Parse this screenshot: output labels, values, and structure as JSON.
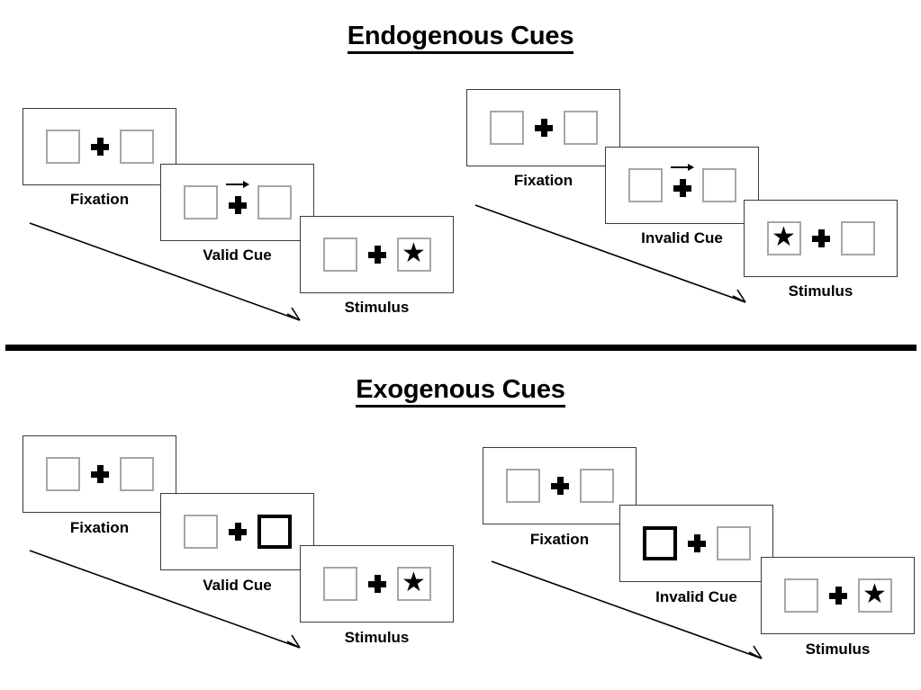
{
  "figure": {
    "background_color": "#ffffff",
    "line_color": "#3a3a3a",
    "slot_color": "#a6a6a6",
    "accent_color": "#000000"
  },
  "sections": [
    {
      "id": "endogenous",
      "title": "Endogenous Cues",
      "groups": [
        {
          "id": "endogenous-valid",
          "condition": "valid",
          "panels": [
            {
              "caption": "Fixation",
              "left_slot": {
                "cued": false,
                "content": ""
              },
              "right_slot": {
                "cued": false,
                "content": ""
              },
              "center": {
                "plus": true,
                "arrow": "none"
              }
            },
            {
              "caption": "Valid Cue",
              "left_slot": {
                "cued": false,
                "content": ""
              },
              "right_slot": {
                "cued": false,
                "content": ""
              },
              "center": {
                "plus": true,
                "arrow": "right"
              }
            },
            {
              "caption": "Stimulus",
              "left_slot": {
                "cued": false,
                "content": ""
              },
              "right_slot": {
                "cued": false,
                "content": "★"
              },
              "center": {
                "plus": true,
                "arrow": "none"
              }
            }
          ]
        },
        {
          "id": "endogenous-invalid",
          "condition": "invalid",
          "panels": [
            {
              "caption": "Fixation",
              "left_slot": {
                "cued": false,
                "content": ""
              },
              "right_slot": {
                "cued": false,
                "content": ""
              },
              "center": {
                "plus": true,
                "arrow": "none"
              }
            },
            {
              "caption": "Invalid Cue",
              "left_slot": {
                "cued": false,
                "content": ""
              },
              "right_slot": {
                "cued": false,
                "content": ""
              },
              "center": {
                "plus": true,
                "arrow": "right"
              }
            },
            {
              "caption": "Stimulus",
              "left_slot": {
                "cued": false,
                "content": "★"
              },
              "right_slot": {
                "cued": false,
                "content": ""
              },
              "center": {
                "plus": true,
                "arrow": "none"
              }
            }
          ]
        }
      ]
    },
    {
      "id": "exogenous",
      "title": "Exogenous Cues",
      "groups": [
        {
          "id": "exogenous-valid",
          "condition": "valid",
          "panels": [
            {
              "caption": "Fixation",
              "left_slot": {
                "cued": false,
                "content": ""
              },
              "right_slot": {
                "cued": false,
                "content": ""
              },
              "center": {
                "plus": true,
                "arrow": "none"
              }
            },
            {
              "caption": "Valid Cue",
              "left_slot": {
                "cued": false,
                "content": ""
              },
              "right_slot": {
                "cued": true,
                "content": ""
              },
              "center": {
                "plus": true,
                "arrow": "none"
              }
            },
            {
              "caption": "Stimulus",
              "left_slot": {
                "cued": false,
                "content": ""
              },
              "right_slot": {
                "cued": false,
                "content": "★"
              },
              "center": {
                "plus": true,
                "arrow": "none"
              }
            }
          ]
        },
        {
          "id": "exogenous-invalid",
          "condition": "invalid",
          "panels": [
            {
              "caption": "Fixation",
              "left_slot": {
                "cued": false,
                "content": ""
              },
              "right_slot": {
                "cued": false,
                "content": ""
              },
              "center": {
                "plus": true,
                "arrow": "none"
              }
            },
            {
              "caption": "Invalid Cue",
              "left_slot": {
                "cued": true,
                "content": ""
              },
              "right_slot": {
                "cued": false,
                "content": ""
              },
              "center": {
                "plus": true,
                "arrow": "none"
              }
            },
            {
              "caption": "Stimulus",
              "left_slot": {
                "cued": false,
                "content": ""
              },
              "right_slot": {
                "cued": false,
                "content": "★"
              },
              "center": {
                "plus": true,
                "arrow": "none"
              }
            }
          ]
        }
      ]
    }
  ]
}
